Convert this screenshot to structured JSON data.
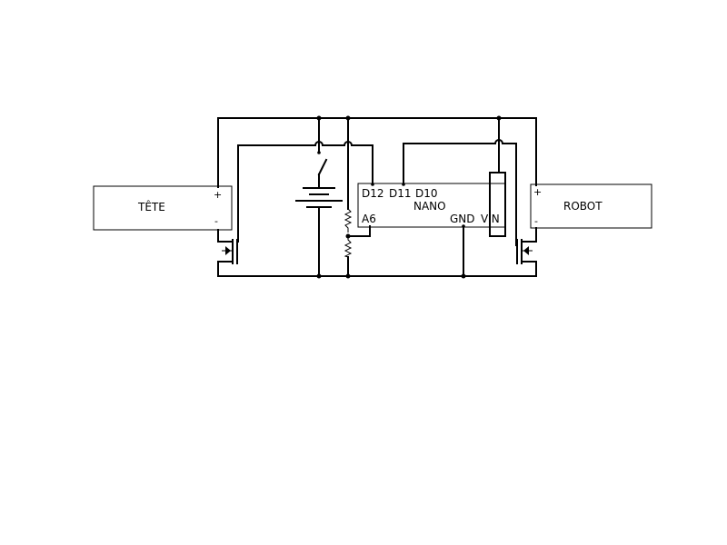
{
  "components": {
    "head": {
      "name": "TÊTE",
      "plus": "+",
      "minus": "-"
    },
    "robot": {
      "name": "ROBOT",
      "plus": "+",
      "minus": "-"
    },
    "nano": {
      "name": "NANO",
      "pins_top": [
        "D12",
        "D11",
        "D10"
      ],
      "pin_a6": "A6",
      "pin_gnd": "GND",
      "pin_vin": "VIN"
    }
  },
  "colors": {
    "wire": "#000000",
    "background": "#ffffff"
  }
}
